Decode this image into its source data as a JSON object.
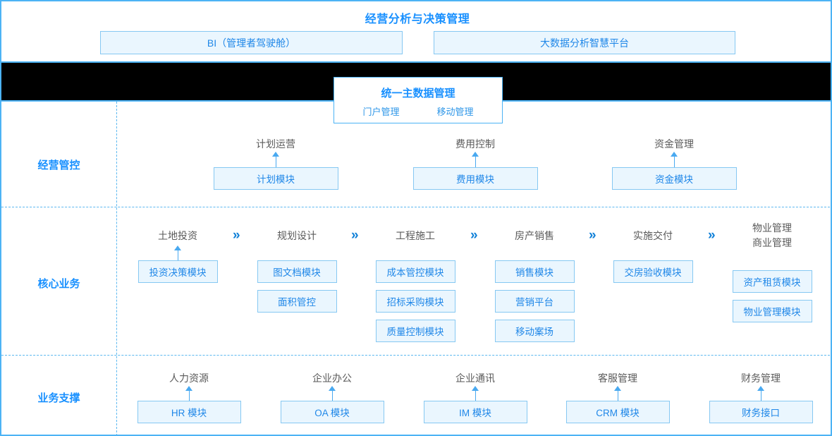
{
  "header": {
    "title": "经营分析与决策管理",
    "boxes": [
      {
        "label": "BI（管理者驾驶舱）"
      },
      {
        "label": "大数据分析智慧平台"
      }
    ]
  },
  "master_data": {
    "title": "统一主数据管理",
    "links": [
      {
        "label": "门户管理"
      },
      {
        "label": "移动管理"
      }
    ]
  },
  "colors": {
    "accent": "#1890ff",
    "border": "#86c8f2",
    "box_fill": "#eaf6fe",
    "band": "#000000",
    "frame": "#4cb3f5",
    "title_text": "#5a5a5a",
    "arrow": "#49a9f0"
  },
  "rows": [
    {
      "label": "经营管控",
      "columns": [
        {
          "title": "计划运营",
          "modules": [
            {
              "label": "计划模块"
            }
          ]
        },
        {
          "title": "费用控制",
          "modules": [
            {
              "label": "费用模块"
            }
          ]
        },
        {
          "title": "资金管理",
          "modules": [
            {
              "label": "资金模块"
            }
          ]
        }
      ]
    },
    {
      "label": "核心业务",
      "columns": [
        {
          "title": "土地投资",
          "modules": [
            {
              "label": "投资决策模块"
            }
          ]
        },
        {
          "title": "规划设计",
          "modules": [
            {
              "label": "图文档模块"
            },
            {
              "label": "面积管控"
            }
          ]
        },
        {
          "title": "工程施工",
          "modules": [
            {
              "label": "成本管控模块"
            },
            {
              "label": "招标采购模块"
            },
            {
              "label": "质量控制模块"
            }
          ]
        },
        {
          "title": "房产销售",
          "modules": [
            {
              "label": "销售模块"
            },
            {
              "label": "营销平台"
            },
            {
              "label": "移动案场"
            }
          ]
        },
        {
          "title": "实施交付",
          "modules": [
            {
              "label": "交房验收模块"
            }
          ]
        },
        {
          "title": "物业管理",
          "title2": "商业管理",
          "modules": [
            {
              "label": "资产租赁模块"
            },
            {
              "label": "物业管理模块"
            }
          ]
        }
      ],
      "chevron": "»"
    },
    {
      "label": "业务支撑",
      "columns": [
        {
          "title": "人力资源",
          "modules": [
            {
              "label": "HR 模块"
            }
          ]
        },
        {
          "title": "企业办公",
          "modules": [
            {
              "label": "OA 模块"
            }
          ]
        },
        {
          "title": "企业通讯",
          "modules": [
            {
              "label": "IM 模块"
            }
          ]
        },
        {
          "title": "客服管理",
          "modules": [
            {
              "label": "CRM 模块"
            }
          ]
        },
        {
          "title": "财务管理",
          "modules": [
            {
              "label": "财务接口"
            }
          ]
        }
      ]
    }
  ]
}
